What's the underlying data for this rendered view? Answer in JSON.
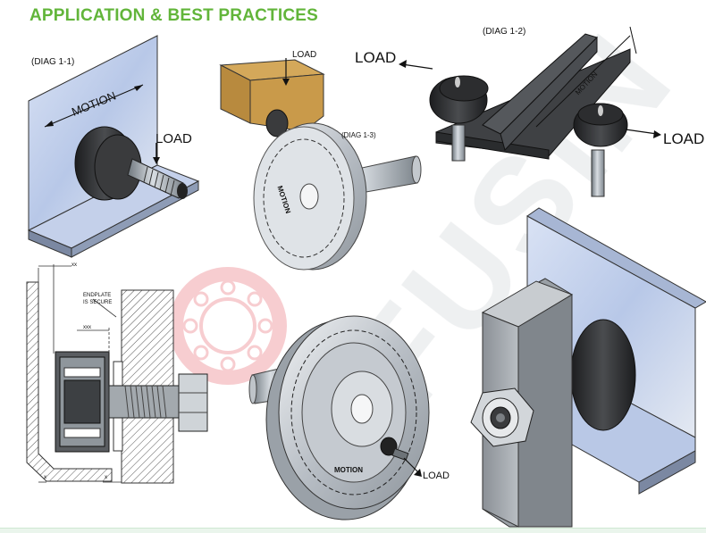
{
  "header": {
    "title": "APPLICATION & BEST PRACTICES"
  },
  "diagrams": {
    "diag_1_1": {
      "tag": "(DIAG 1-1)",
      "motion": "MOTION",
      "load": "LOAD"
    },
    "diag_1_2": {
      "tag": "(DIAG 1-2)",
      "motion": "MOTION",
      "load_left": "LOAD",
      "load_right": "LOAD"
    },
    "diag_1_3": {
      "tag": "(DIAG 1-3)",
      "motion": "MOTION",
      "load": "LOAD"
    },
    "section": {
      "note_line1": "ENDPLATE",
      "note_line2": "IS SECURE",
      "dim_top": "xx",
      "dim_mid": "xxx",
      "dim_bottom_left": "x",
      "dim_bottom_right": "x"
    },
    "wheel_bottom": {
      "motion": "MOTION",
      "load": "LOAD"
    }
  },
  "watermark": {
    "text": "FUSIN"
  },
  "colors": {
    "title_green": "#62b53a",
    "bracket_blue": "#c9d6ef",
    "steel": "#9aa3ab",
    "dark_roller": "#2e2f31",
    "wood": "#b88a3e",
    "watermark_red": "#e8707a"
  }
}
